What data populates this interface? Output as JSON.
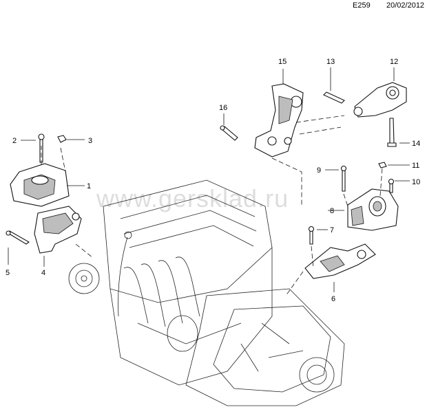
{
  "header": {
    "diagram_code": "E259",
    "date": "20/02/2012"
  },
  "watermark": "www.gersklad.ru",
  "callouts": [
    "1",
    "2",
    "3",
    "4",
    "5",
    "6",
    "7",
    "8",
    "9",
    "10",
    "11",
    "12",
    "13",
    "14",
    "15",
    "16"
  ]
}
